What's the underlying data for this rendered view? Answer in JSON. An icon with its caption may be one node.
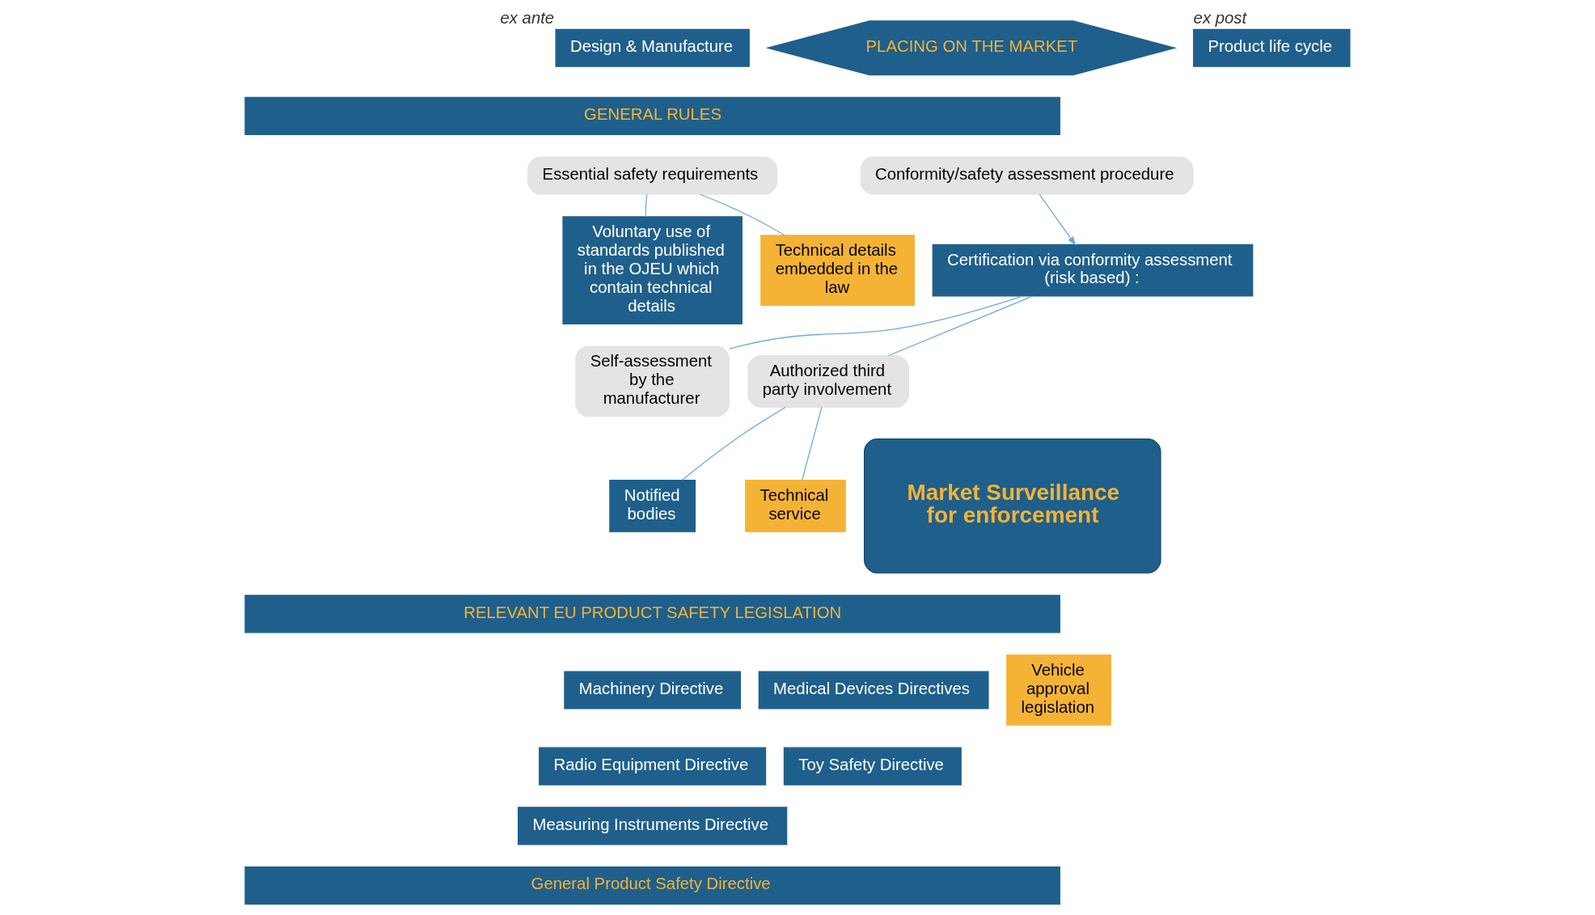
{
  "diagram": {
    "nodes": [
      {
        "text": [
          "Design & Manufacture"
        ],
        "beside": [
          "ex ante"
        ]
      },
      {
        "text": [
          "PLACING ON THE MARKET"
        ]
      },
      {
        "text": [
          "Product life cycle"
        ],
        "beside": [
          "ex post"
        ]
      },
      {
        "text": [
          "GENERAL RULES"
        ]
      },
      {
        "text": [
          "Essential safety requirements"
        ]
      },
      {
        "text": [
          "Conformity/safety assessment procedure"
        ]
      },
      {
        "text": [
          "Voluntary use of standards published in the OJEU which contain technical details"
        ]
      },
      {
        "text": [
          "Technical details embedded in the law"
        ]
      },
      {
        "text": [
          "Certification via conformity assessment (risk based) :"
        ]
      },
      {
        "text": [
          "Self-assessment by the manufacturer"
        ]
      },
      {
        "text": [
          "Authorized third party involvement"
        ]
      },
      {
        "text": [
          "Notified bodies"
        ]
      },
      {
        "text": [
          "Technical service"
        ]
      },
      {
        "text": [
          "RELEVANT EU PRODUCT SAFETY LEGISLATION"
        ]
      },
      {
        "text": [
          "Machinery Directive"
        ]
      },
      {
        "text": [
          "Medical Devices Directives"
        ]
      },
      {
        "text": [
          "Vehicle approval legislation"
        ]
      },
      {
        "text": [
          "Radio Equipment Directive"
        ]
      },
      {
        "text": [
          "Toy Safety Directive"
        ]
      },
      {
        "text": [
          "Measuring Instruments Directive"
        ]
      },
      {
        "text": [
          "General Product Safety Directive"
        ]
      },
      {
        "text": [
          "Market Surveillance for enforcement"
        ]
      }
    ],
    "edges": [
      {
        "from": 4,
        "to": 6,
        "arrow": "none"
      },
      {
        "from": 4,
        "to": 7,
        "arrow": "none"
      },
      {
        "from": 5,
        "to": 8,
        "arrow": "to"
      },
      {
        "from": 8,
        "to": 9,
        "arrow": "none"
      },
      {
        "from": 8,
        "to": 10,
        "arrow": "none"
      },
      {
        "from": 10,
        "to": 11,
        "arrow": "none"
      },
      {
        "from": 10,
        "to": 12,
        "arrow": "none"
      }
    ]
  }
}
